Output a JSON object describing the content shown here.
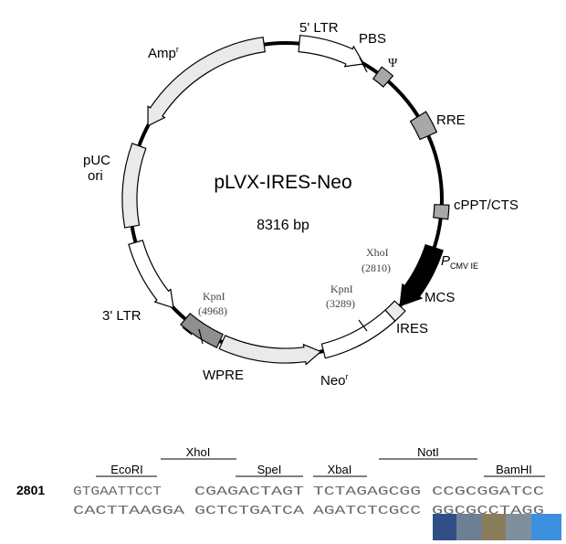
{
  "plasmid": {
    "name": "pLVX-IRES-Neo",
    "size": "8316 bp",
    "features": {
      "ltr5": "5' LTR",
      "pbs": "PBS",
      "psi": "Ψ",
      "rre": "RRE",
      "cppt": "cPPT/CTS",
      "pcmv_p": "P",
      "pcmv_sub": "CMV IE",
      "mcs": "MCS",
      "ires": "IRES",
      "neo": "Neo",
      "neo_sup": "r",
      "wpre": "WPRE",
      "ltr3": "3' LTR",
      "puc_line1": "pUC",
      "puc_line2": "ori",
      "amp": "Amp",
      "amp_sup": "r"
    },
    "sites": {
      "xho_name": "XhoI",
      "xho_pos": "(2810)",
      "kpn_name": "KpnI",
      "kpn_pos": "(3289)",
      "kpn2_name": "KpnI",
      "kpn2_pos": "(4968)"
    }
  },
  "mcs_sequence": {
    "position": "2801",
    "top_strand": [
      "GTGAATTCCT",
      "CGAGACTAGT",
      "TCTAGAGCGG",
      "CCGCGGATCC"
    ],
    "bottom_strand": [
      "CACTTAAGGA",
      "GCTCTGATCA",
      "AGATCTCGCC",
      "GGCGCCTAGG"
    ],
    "upper_enzymes": [
      "XhoI",
      "NotI"
    ],
    "lower_enzymes": [
      "EcoRI",
      "SpeI",
      "XbaI",
      "BamHI"
    ]
  },
  "colors": {
    "backbone": "#000000",
    "light_feature": "#eaeaea",
    "white_feature": "#ffffff",
    "gray_feature": "#a8a8a8",
    "wpre_feature": "#8f8f8f",
    "promoter": "#000000",
    "sequence_text": "#6a6a6a"
  },
  "icons": [
    "psi-symbol"
  ]
}
